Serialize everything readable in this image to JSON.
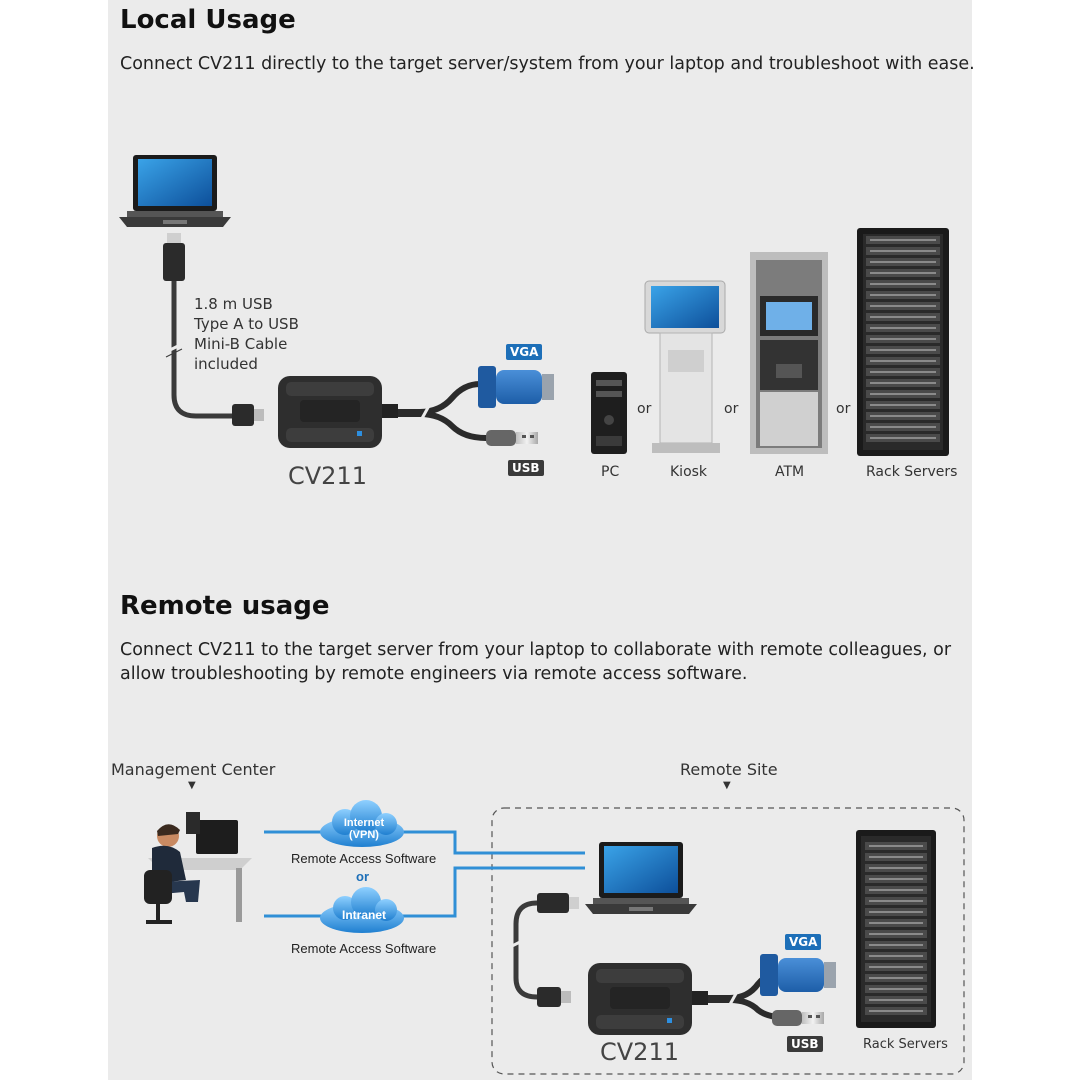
{
  "local": {
    "title": "Local Usage",
    "description": "Connect CV211 directly to the target server/system from your laptop and troubleshoot with ease.",
    "cable_label": [
      "1.8 m USB",
      "Type A to USB",
      "Mini-B Cable",
      "included"
    ],
    "device_name": "CV211",
    "vga_tag": "VGA",
    "usb_tag": "USB",
    "targets": [
      "PC",
      "Kiosk",
      "ATM",
      "Rack Servers"
    ],
    "or": "or"
  },
  "remote": {
    "title": "Remote usage",
    "description_lines": [
      "Connect CV211 to the target server from your laptop to collaborate with remote colleagues, or",
      "allow troubleshooting by remote engineers via remote access software."
    ],
    "management_center": "Management Center",
    "remote_site": "Remote Site",
    "cloud_internet": [
      "Internet",
      "(VPN)"
    ],
    "cloud_intranet": "Intranet",
    "remote_access_software_1": "Remote Access Software",
    "remote_access_software_2": "Remote Access Software",
    "or": "or",
    "device_name": "CV211",
    "vga_tag": "VGA",
    "usb_tag": "USB",
    "rack_label": "Rack Servers"
  },
  "colors": {
    "background": "#ebebeb",
    "accent_blue": "#1d6fb8",
    "network_line": "#2f8fd6",
    "device_dark": "#2c2c2c"
  }
}
